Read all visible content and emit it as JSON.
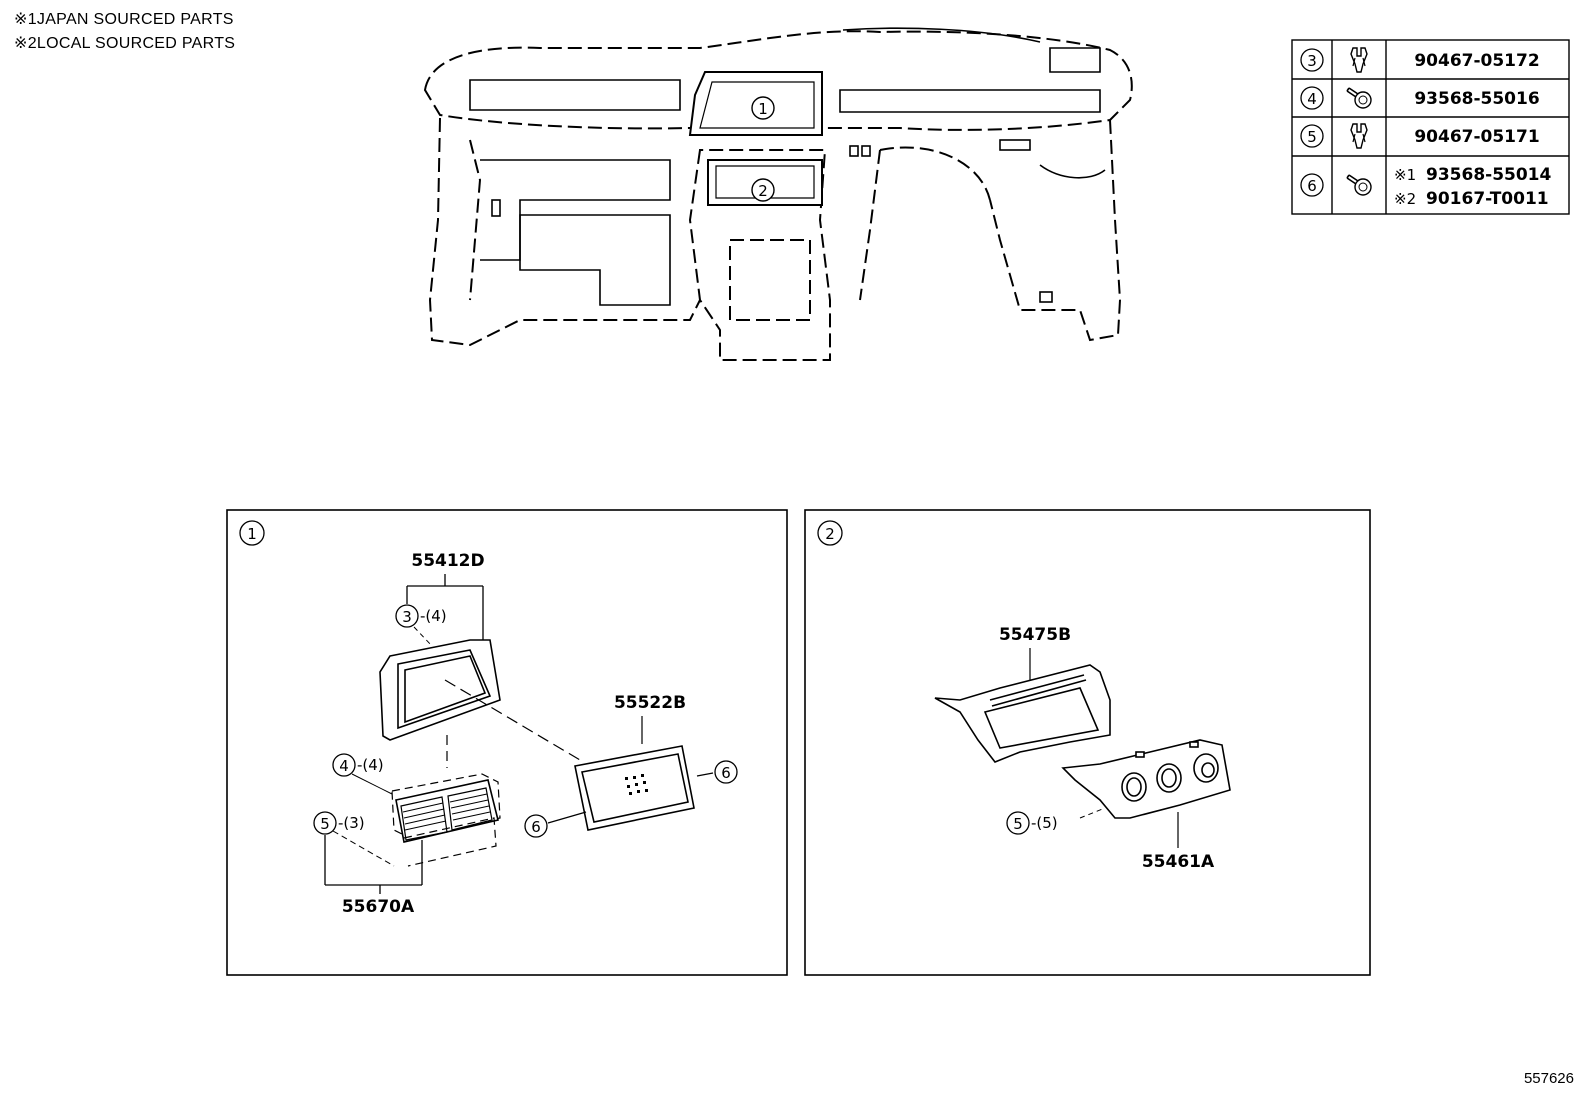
{
  "legend": [
    {
      "mark": "※1",
      "text": "JAPAN SOURCED PARTS"
    },
    {
      "mark": "※2",
      "text": "LOCAL SOURCED PARTS"
    }
  ],
  "overview": {
    "callouts": [
      "1",
      "2"
    ]
  },
  "fastener_table": [
    {
      "ref": "3",
      "icon": "clip-icon",
      "parts": [
        {
          "mark": "",
          "number": "90467-05172"
        }
      ]
    },
    {
      "ref": "4",
      "icon": "screw-icon",
      "parts": [
        {
          "mark": "",
          "number": "93568-55016"
        }
      ]
    },
    {
      "ref": "5",
      "icon": "clip-icon",
      "parts": [
        {
          "mark": "",
          "number": "90467-05171"
        }
      ]
    },
    {
      "ref": "6",
      "icon": "screw-icon",
      "parts": [
        {
          "mark": "※1",
          "number": "93568-55014"
        },
        {
          "mark": "※2",
          "number": "90167-T0011"
        }
      ]
    }
  ],
  "detail_1": {
    "id": "1",
    "parts": {
      "panel": "55412D",
      "display": "55522B",
      "vent": "55670A"
    },
    "callouts": {
      "c3": {
        "ref": "3",
        "qty": "-(4)"
      },
      "c4": {
        "ref": "4",
        "qty": "-(4)"
      },
      "c5": {
        "ref": "5",
        "qty": "-(3)"
      },
      "c6a": {
        "ref": "6"
      },
      "c6b": {
        "ref": "6"
      }
    }
  },
  "detail_2": {
    "id": "2",
    "parts": {
      "bezel": "55475B",
      "switch_panel": "55461A"
    },
    "callouts": {
      "c5": {
        "ref": "5",
        "qty": "-(5)"
      }
    }
  },
  "ref_number": "557626"
}
